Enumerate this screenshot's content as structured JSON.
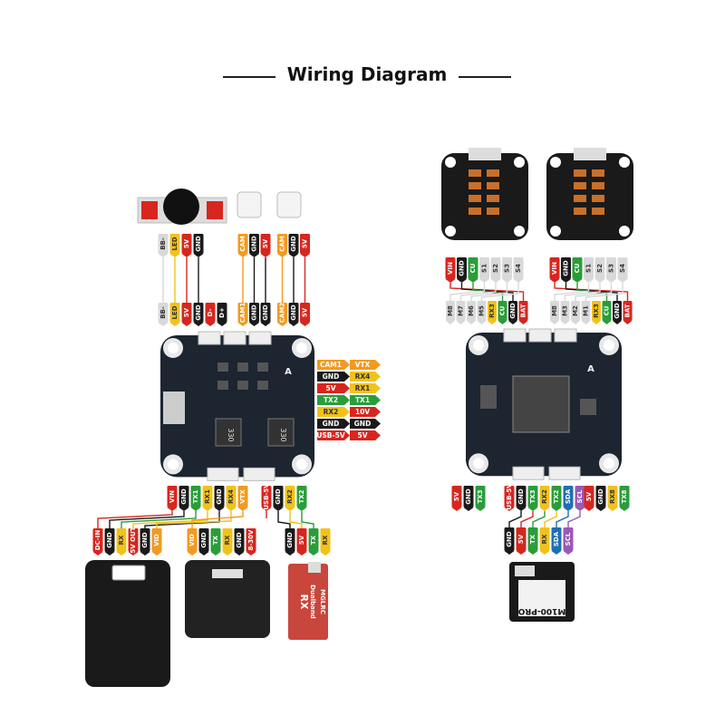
{
  "title": "Wiring Diagram",
  "colors": {
    "red": "#d7261e",
    "black": "#1a1a1a",
    "yellow": "#f1c21b",
    "green": "#2a9d3a",
    "orange": "#f29a1f",
    "white": "#d9d9d9",
    "purple": "#9b59b6",
    "blue": "#1f6fb5"
  },
  "left": {
    "buzzer_pins": [
      {
        "t": "BB-",
        "c": "white"
      },
      {
        "t": "LED",
        "c": "yellow"
      },
      {
        "t": "5V",
        "c": "red"
      },
      {
        "t": "GND",
        "c": "black"
      }
    ],
    "fc_top_pins": [
      {
        "t": "BB-",
        "c": "white"
      },
      {
        "t": "LED",
        "c": "yellow"
      },
      {
        "t": "5V",
        "c": "red"
      },
      {
        "t": "GND",
        "c": "black"
      },
      {
        "t": "D-",
        "c": "red"
      },
      {
        "t": "D+",
        "c": "black"
      }
    ],
    "cam_pins": [
      {
        "t": "CAM",
        "c": "orange"
      },
      {
        "t": "GND",
        "c": "black"
      },
      {
        "t": "5V",
        "c": "red"
      },
      {
        "t": "CAM",
        "c": "orange"
      },
      {
        "t": "GND",
        "c": "black"
      },
      {
        "t": "5V",
        "c": "red"
      }
    ],
    "fc_cam_pins": [
      {
        "t": "CAM1",
        "c": "orange"
      },
      {
        "t": "GND",
        "c": "black"
      },
      {
        "t": "GND",
        "c": "black"
      },
      {
        "t": "CAM2",
        "c": "orange"
      },
      {
        "t": "GND",
        "c": "black"
      },
      {
        "t": "5V",
        "c": "red"
      }
    ],
    "side_left": [
      {
        "t": "CAM1",
        "c": "orange"
      },
      {
        "t": "GND",
        "c": "black"
      },
      {
        "t": "5V",
        "c": "red"
      },
      {
        "t": "TX2",
        "c": "green"
      },
      {
        "t": "RX2",
        "c": "yellow"
      },
      {
        "t": "GND",
        "c": "black"
      },
      {
        "t": "USB-5V",
        "c": "red"
      }
    ],
    "side_right": [
      {
        "t": "VTX",
        "c": "orange"
      },
      {
        "t": "RX4",
        "c": "yellow"
      },
      {
        "t": "RX1",
        "c": "yellow"
      },
      {
        "t": "TX1",
        "c": "green"
      },
      {
        "t": "10V",
        "c": "red"
      },
      {
        "t": "GND",
        "c": "black"
      },
      {
        "t": "5V",
        "c": "red"
      }
    ],
    "fc_bottom_a": [
      {
        "t": "VIN",
        "c": "red"
      },
      {
        "t": "GND",
        "c": "black"
      },
      {
        "t": "TX1",
        "c": "green"
      },
      {
        "t": "RX1",
        "c": "yellow"
      },
      {
        "t": "GND",
        "c": "black"
      },
      {
        "t": "RX4",
        "c": "yellow"
      },
      {
        "t": "VTX",
        "c": "orange"
      }
    ],
    "fc_bottom_b": [
      {
        "t": "USB-5V",
        "c": "red"
      },
      {
        "t": "GND",
        "c": "black"
      },
      {
        "t": "RX2",
        "c": "yellow"
      },
      {
        "t": "TX2",
        "c": "green"
      }
    ],
    "dev_pins_a": [
      {
        "t": "DC-IN",
        "c": "red"
      },
      {
        "t": "GND",
        "c": "black"
      },
      {
        "t": "RX",
        "c": "yellow"
      },
      {
        "t": "5V OUT",
        "c": "red"
      },
      {
        "t": "GND",
        "c": "black"
      },
      {
        "t": "VID",
        "c": "orange"
      }
    ],
    "dev_pins_b": [
      {
        "t": "VID",
        "c": "orange"
      },
      {
        "t": "GND",
        "c": "black"
      },
      {
        "t": "TX",
        "c": "green"
      },
      {
        "t": "RX",
        "c": "yellow"
      },
      {
        "t": "GND",
        "c": "black"
      },
      {
        "t": "8-30V",
        "c": "red"
      }
    ],
    "rx_pins": [
      {
        "t": "GND",
        "c": "black"
      },
      {
        "t": "5V",
        "c": "red"
      },
      {
        "t": "TX",
        "c": "green"
      },
      {
        "t": "RX",
        "c": "yellow"
      }
    ],
    "board_marks": [
      "330",
      "330",
      "A"
    ],
    "rx_labels": [
      "RX",
      "Dualband",
      "MGLRC"
    ]
  },
  "right": {
    "esc_pins": [
      {
        "t": "VIN",
        "c": "red"
      },
      {
        "t": "GND",
        "c": "black"
      },
      {
        "t": "CU",
        "c": "green"
      },
      {
        "t": "S1",
        "c": "white"
      },
      {
        "t": "S2",
        "c": "white"
      },
      {
        "t": "S3",
        "c": "white"
      },
      {
        "t": "S4",
        "c": "white"
      }
    ],
    "fc_motor_pins": [
      {
        "t": "M8",
        "c": "white"
      },
      {
        "t": "M7",
        "c": "white"
      },
      {
        "t": "M6",
        "c": "white"
      },
      {
        "t": "M5",
        "c": "white"
      },
      {
        "t": "RX3",
        "c": "yellow"
      },
      {
        "t": "CU",
        "c": "green"
      },
      {
        "t": "GND",
        "c": "black"
      },
      {
        "t": "BAT",
        "c": "red"
      }
    ],
    "fc_motor_pins_b": [
      {
        "t": "M8",
        "c": "white"
      },
      {
        "t": "M3",
        "c": "white"
      },
      {
        "t": "M2",
        "c": "white"
      },
      {
        "t": "M1",
        "c": "white"
      },
      {
        "t": "RX3",
        "c": "yellow"
      },
      {
        "t": "CU",
        "c": "green"
      },
      {
        "t": "GND",
        "c": "black"
      },
      {
        "t": "BAT",
        "c": "red"
      }
    ],
    "fc_bottom_a": [
      {
        "t": "5V",
        "c": "red"
      },
      {
        "t": "GND",
        "c": "black"
      },
      {
        "t": "TX3",
        "c": "green"
      }
    ],
    "fc_bottom_b": [
      {
        "t": "USB-5V",
        "c": "red"
      },
      {
        "t": "GND",
        "c": "black"
      },
      {
        "t": "TX3",
        "c": "green"
      },
      {
        "t": "RX2",
        "c": "yellow"
      },
      {
        "t": "TX2",
        "c": "green"
      },
      {
        "t": "SDA",
        "c": "blue"
      },
      {
        "t": "SCL",
        "c": "purple"
      }
    ],
    "fc_bottom_c": [
      {
        "t": "5V",
        "c": "red"
      },
      {
        "t": "GND",
        "c": "black"
      },
      {
        "t": "RX8",
        "c": "yellow"
      },
      {
        "t": "TX8",
        "c": "green"
      }
    ],
    "gps_pins": [
      {
        "t": "GND",
        "c": "black"
      },
      {
        "t": "5V",
        "c": "red"
      },
      {
        "t": "TX",
        "c": "green"
      },
      {
        "t": "RX",
        "c": "yellow"
      },
      {
        "t": "SDA",
        "c": "blue"
      },
      {
        "t": "SCL",
        "c": "purple"
      }
    ],
    "gps_label": "M100-PRO",
    "board_marks": [
      "A"
    ]
  }
}
